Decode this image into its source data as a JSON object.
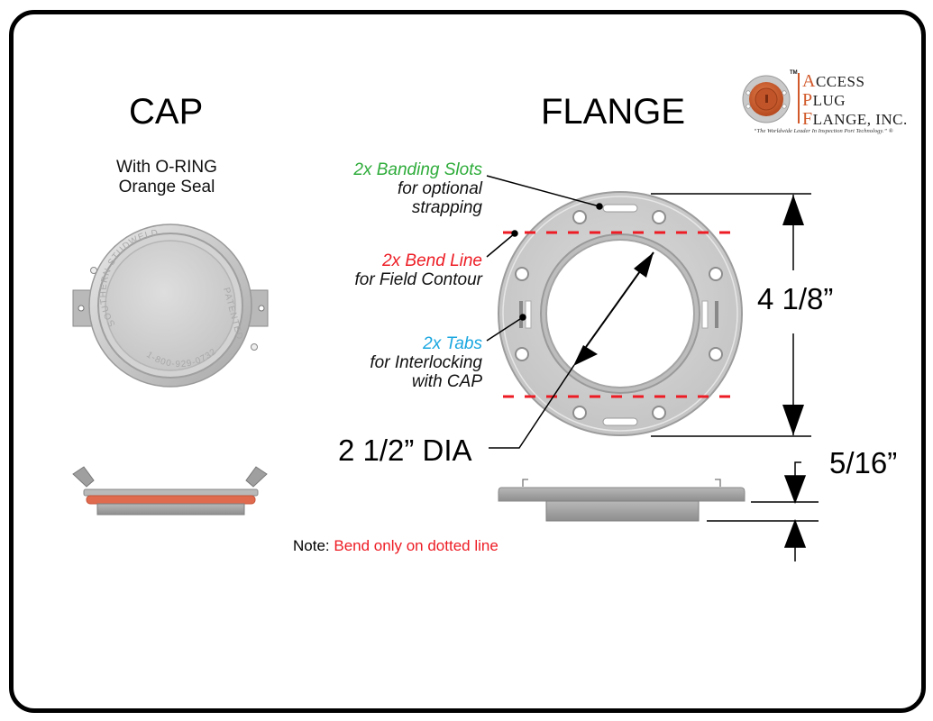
{
  "cap": {
    "heading": "CAP",
    "subtitle_line1": "With O-RING",
    "subtitle_line2": "Orange Seal",
    "engraving": {
      "top": "SOUTHERN STUDWELD",
      "right": "PATENTED",
      "bottom": "1-800-929-0732"
    }
  },
  "flange": {
    "heading": "FLANGE",
    "callouts": {
      "banding_slots": {
        "title": "2x Banding Slots",
        "line1": "for optional",
        "line2": "strapping"
      },
      "bend_line": {
        "title": "2x Bend Line",
        "line1": "for Field Contour"
      },
      "tabs": {
        "title": "2x Tabs",
        "line1": "for Interlocking",
        "line2": "with CAP"
      }
    },
    "dimensions": {
      "outer_height": "4 1/8”",
      "inner_diameter": "2 1/2” DIA",
      "thickness": "5/16”"
    }
  },
  "note": {
    "label": "Note:",
    "text": "Bend only on dotted line"
  },
  "logo": {
    "trademark": "TM",
    "line1_initial": "A",
    "line1_rest": "CCESS",
    "line2_initial": "P",
    "line2_rest": "LUG",
    "line3_initial": "F",
    "line3_rest": "LANGE, INC.",
    "tagline": "“The Worldwide Leader In Inspection Port Technology.” ®"
  },
  "colors": {
    "banding_green": "#2eac3a",
    "bend_red": "#ed1c24",
    "tabs_blue": "#1ba7e0",
    "logo_orange": "#d1592a",
    "oring_orange": "#e06a4e",
    "metal_gray": "#c9c9c9"
  }
}
